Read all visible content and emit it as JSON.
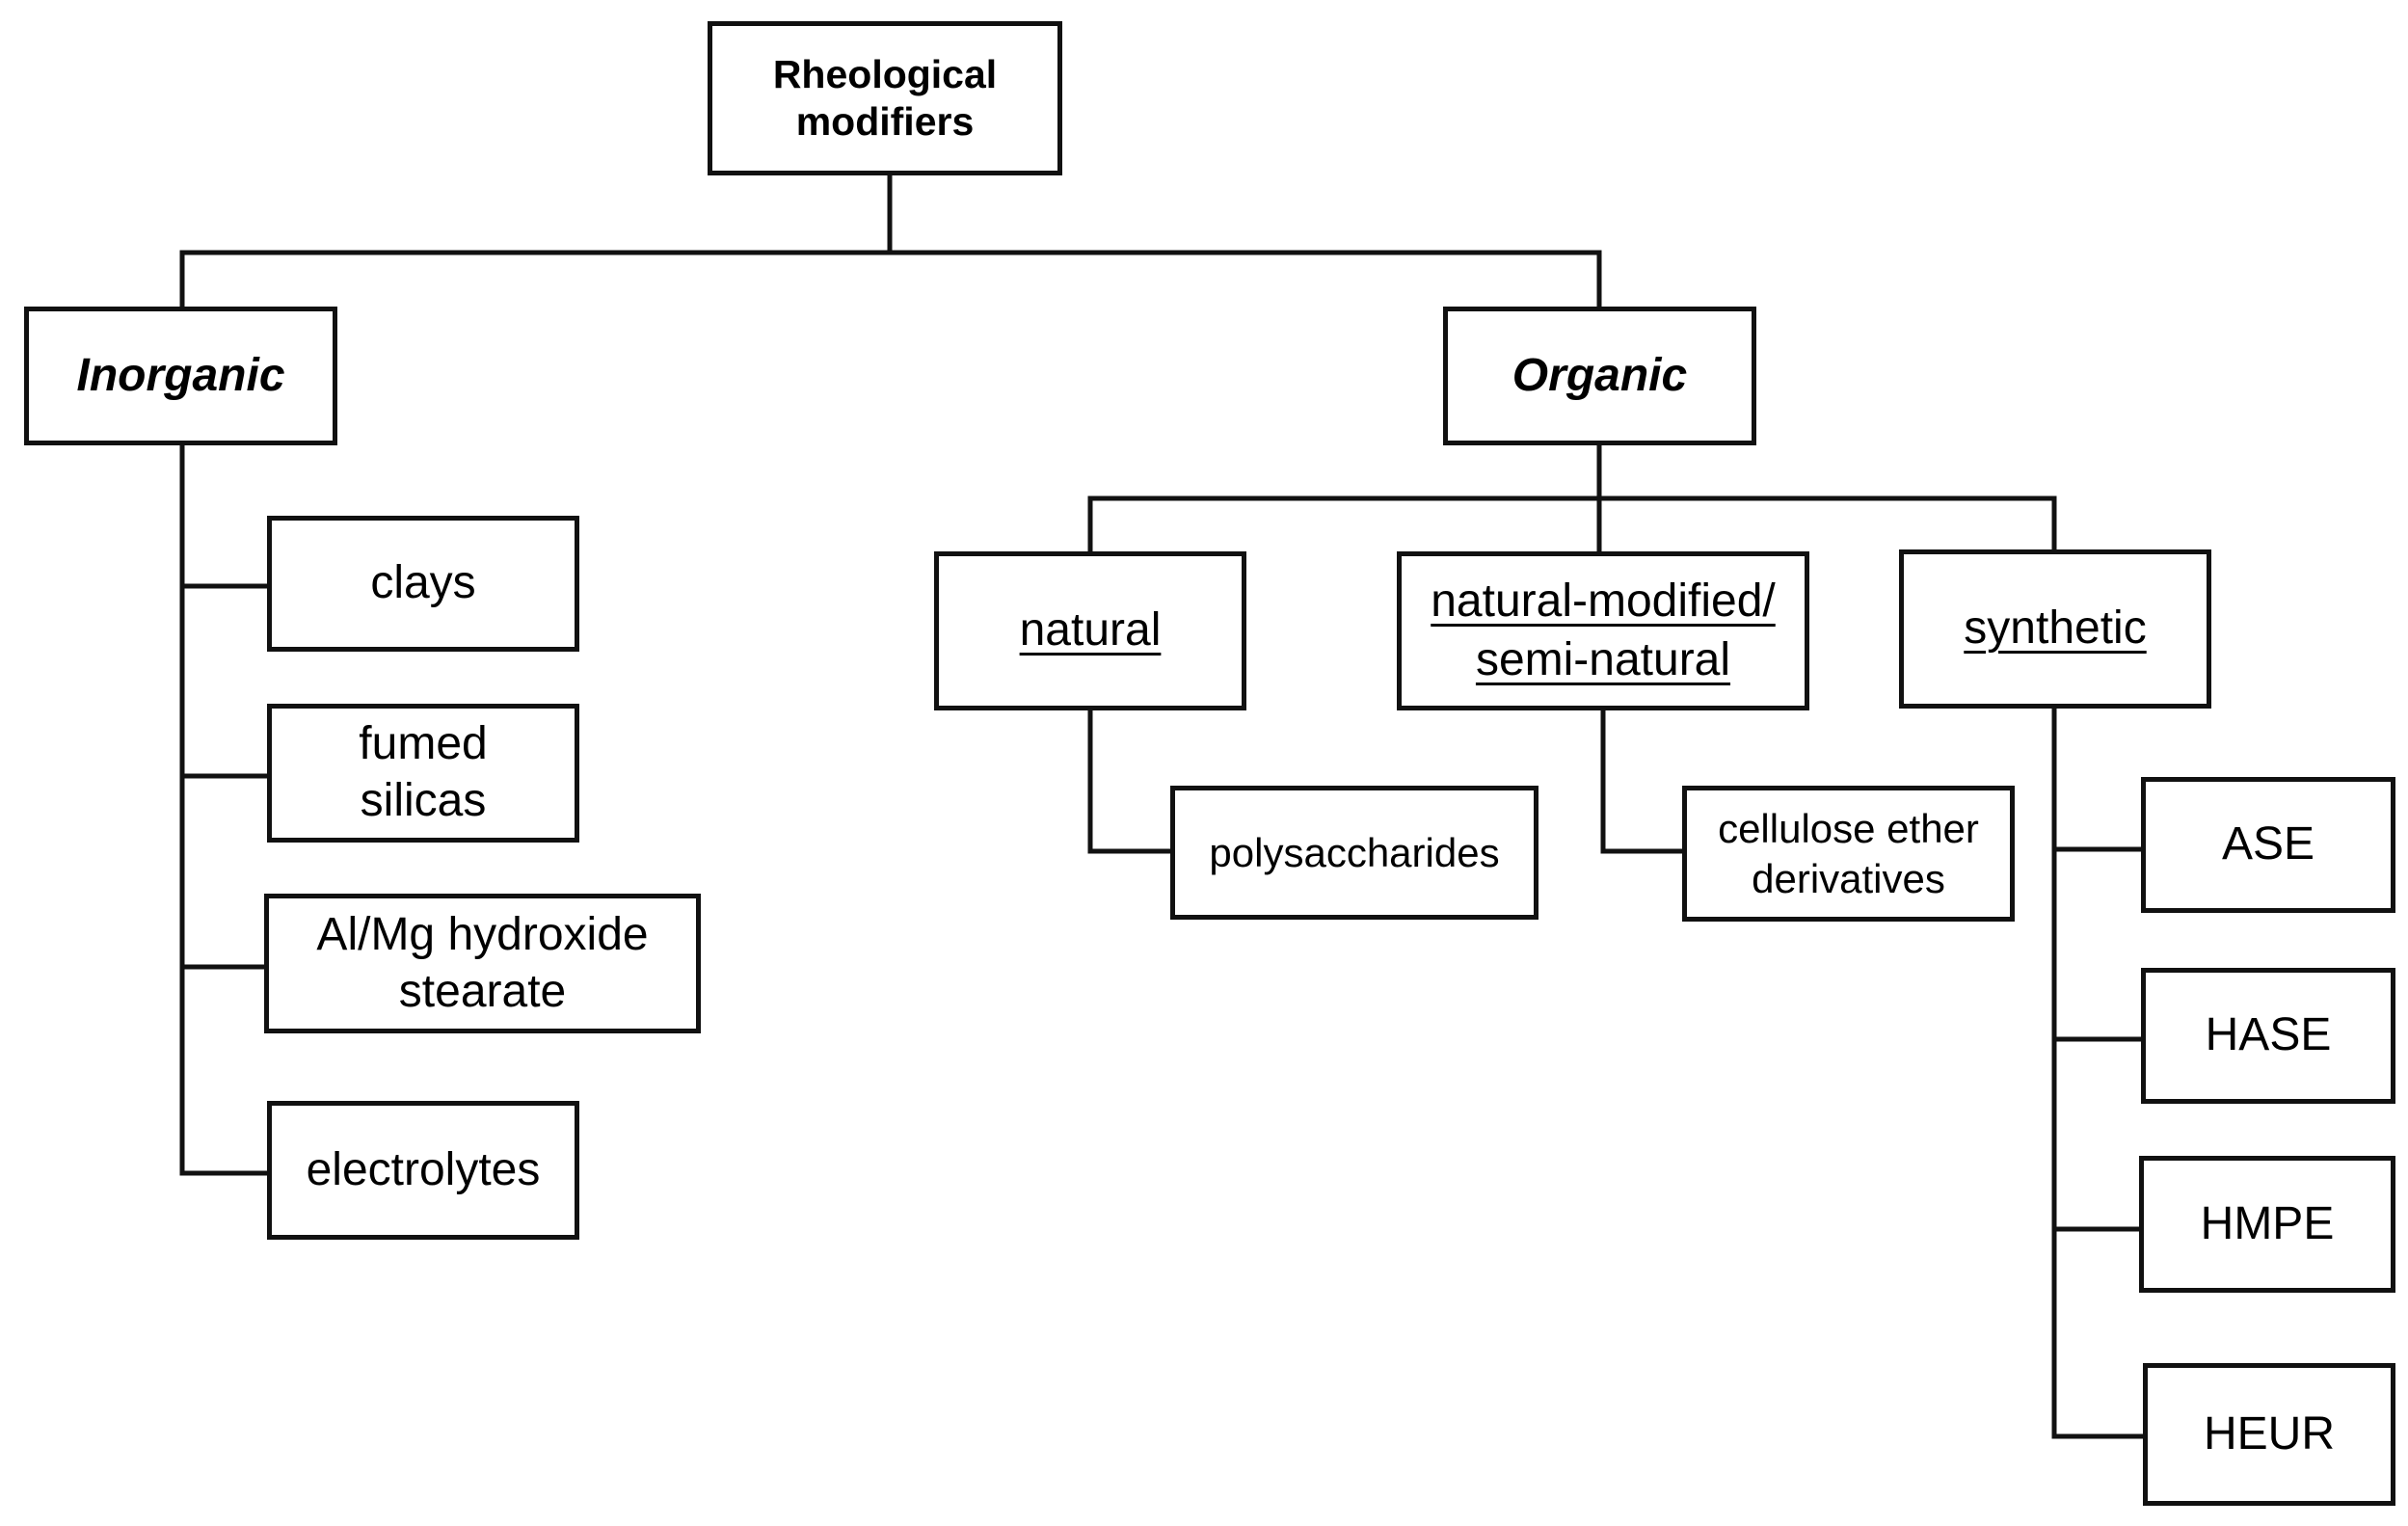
{
  "diagram": {
    "root": {
      "label": "Rheological\nmodifiers"
    },
    "inorganic": {
      "label": "Inorganic",
      "children": [
        "clays",
        "fumed\nsilicas",
        "Al/Mg hydroxide\nstearate",
        "electrolytes"
      ]
    },
    "organic": {
      "label": "Organic",
      "natural": {
        "label": "natural",
        "child": "polysaccharides"
      },
      "natural_modified": {
        "label": "natural-modified/\nsemi-natural",
        "child": "cellulose ether\nderivatives"
      },
      "synthetic": {
        "label": "synthetic",
        "children": [
          "ASE",
          "HASE",
          "HMPE",
          "HEUR"
        ]
      }
    }
  },
  "colors": {
    "line": "#111111",
    "box_fill": "#ffffff",
    "text": "#000000"
  }
}
